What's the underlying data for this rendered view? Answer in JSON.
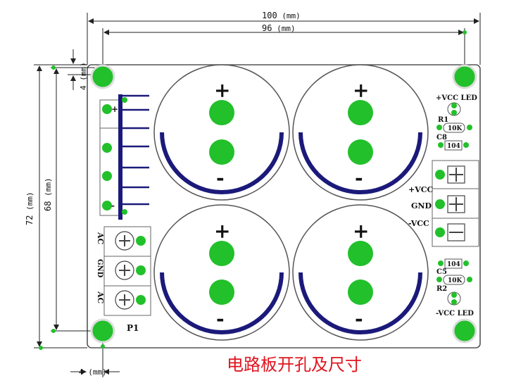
{
  "dimensions": {
    "total_width": "100",
    "inner_width": "96",
    "total_height": "72",
    "inner_height": "68",
    "top_offset": "4",
    "left_offset": "4",
    "unit": "(mm)"
  },
  "board": {
    "capacitor_plus": "+",
    "capacitor_minus": "-",
    "connector_plus": "+",
    "connector_minus": "-",
    "p1_label": "P1",
    "ac_top": "AC",
    "gnd_mid": "GND",
    "ac_bottom": "AC",
    "vcc_led": "+VCC LED",
    "r1": "R1",
    "r1_value": "10K",
    "c8": "C8",
    "c8_value": "104",
    "out_vcc_pos": "+VCC",
    "out_gnd": "GND",
    "out_vcc_neg": "-VCC",
    "c5": "C5",
    "c5_value": "104",
    "r2": "R2",
    "r2_value": "10K",
    "neg_vcc_led": "-VCC LED"
  },
  "caption": "电路板开孔及尺寸",
  "colors": {
    "board_fill": "#ffffff",
    "board_stroke": "#555555",
    "pad_green": "#22c02a",
    "trace_navy": "#1b1a7a",
    "dim_line": "#222222",
    "caption_red": "#e0141e"
  }
}
